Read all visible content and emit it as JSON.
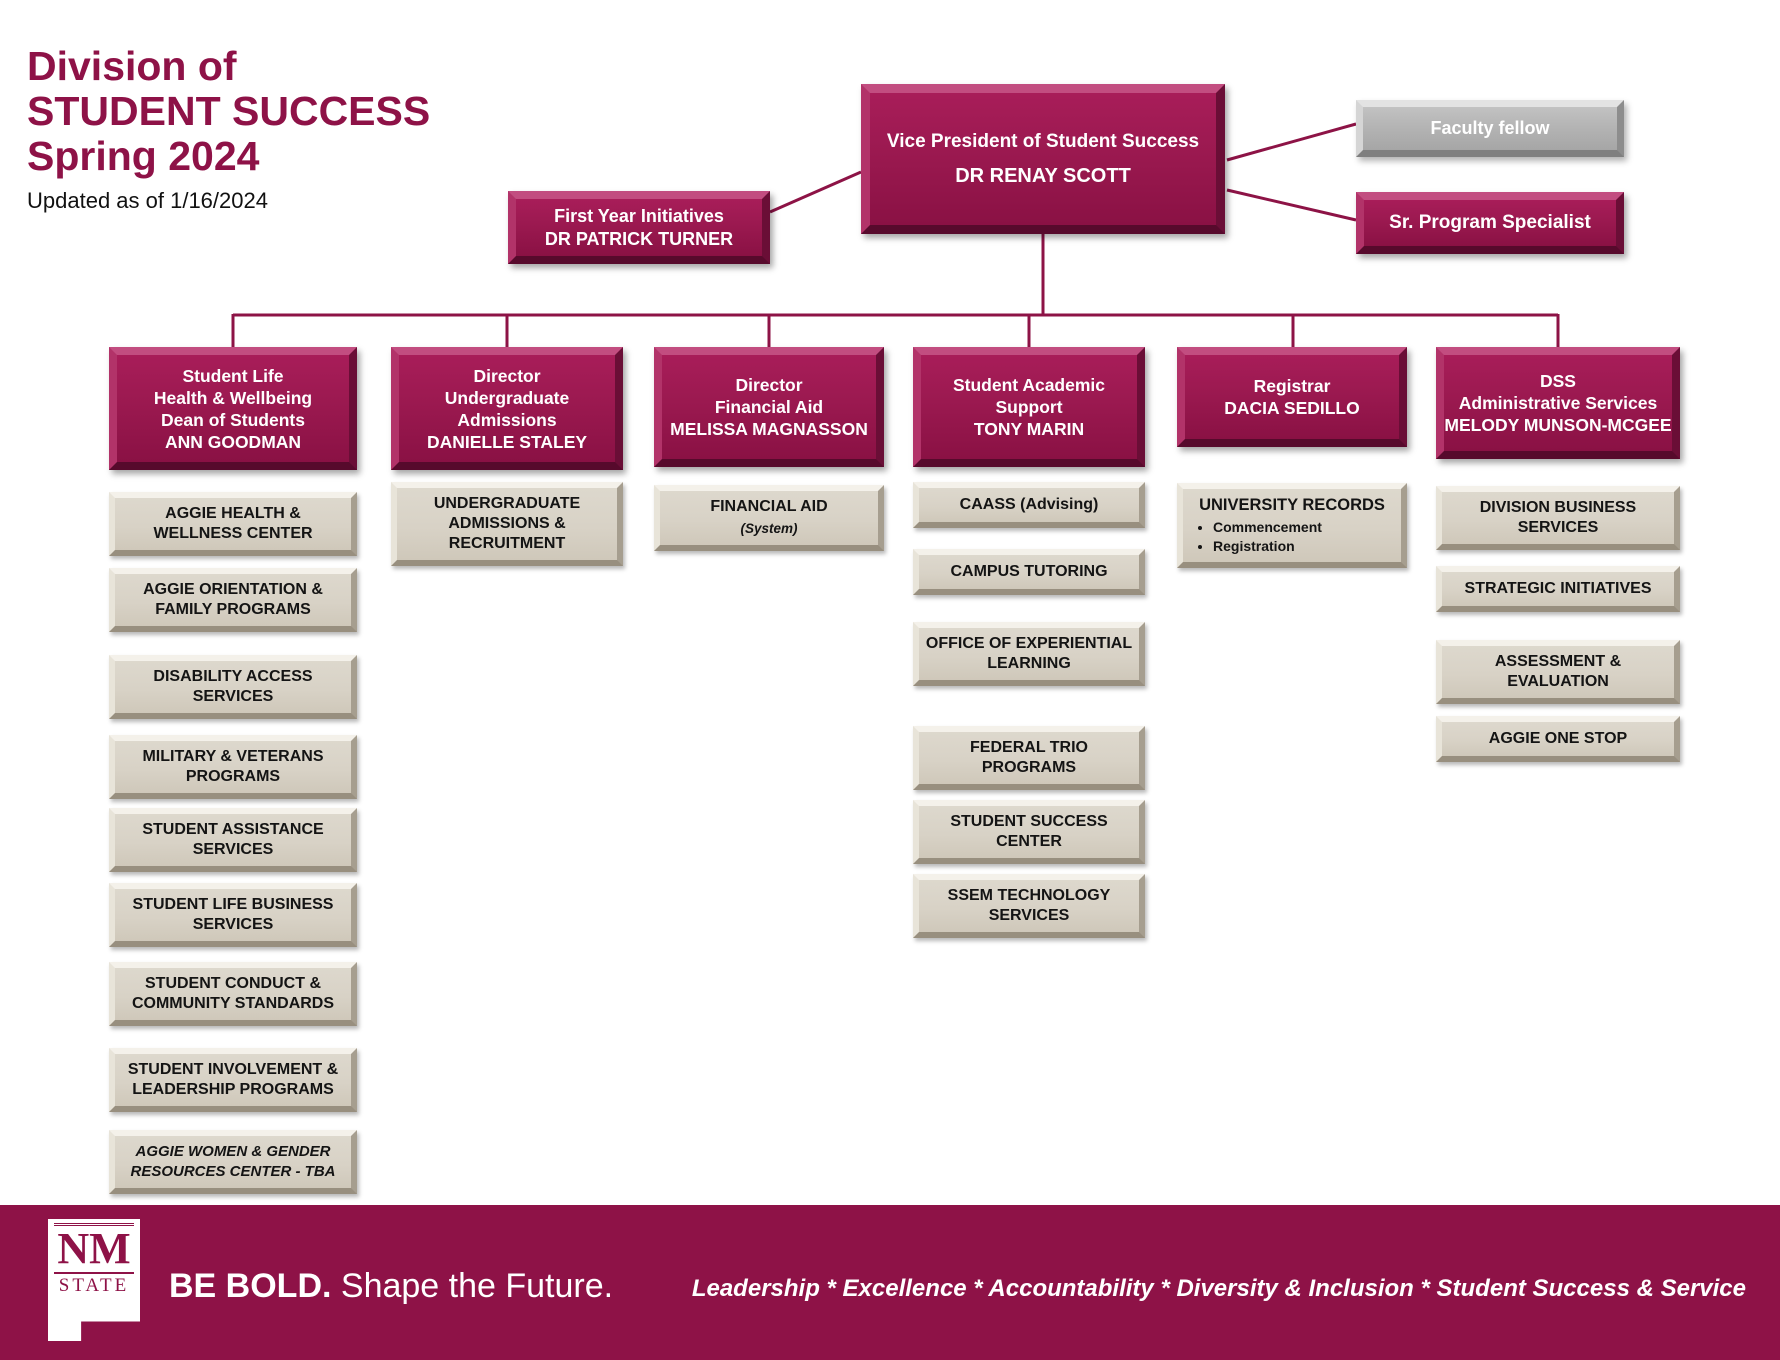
{
  "title": {
    "line1": "Division of",
    "line2": "STUDENT SUCCESS",
    "line3": "Spring 2024",
    "updated": "Updated as of 1/16/2024"
  },
  "top_boxes": {
    "vp": {
      "role": "Vice President of Student Success",
      "person": "DR RENAY SCOTT"
    },
    "first_year": {
      "role": "First Year Initiatives",
      "person": "DR PATRICK TURNER"
    },
    "faculty_fellow": {
      "label": "Faculty fellow"
    },
    "sr_program_specialist": {
      "label": "Sr. Program Specialist"
    }
  },
  "columns": [
    {
      "id": "student-life",
      "header": {
        "lines": [
          "Student Life",
          "Health & Wellbeing",
          "Dean of Students"
        ],
        "person": "ANN GOODMAN"
      },
      "items": [
        {
          "label": "AGGIE HEALTH & WELLNESS CENTER"
        },
        {
          "label": "AGGIE ORIENTATION & FAMILY PROGRAMS"
        },
        {
          "label": "DISABILITY ACCESS SERVICES"
        },
        {
          "label": "MILITARY & VETERANS PROGRAMS"
        },
        {
          "label": "STUDENT ASSISTANCE SERVICES"
        },
        {
          "label": "STUDENT LIFE BUSINESS SERVICES"
        },
        {
          "label": "STUDENT CONDUCT & COMMUNITY STANDARDS"
        },
        {
          "label": "STUDENT INVOLVEMENT & LEADERSHIP PROGRAMS"
        },
        {
          "label": "AGGIE WOMEN & GENDER RESOURCES CENTER - TBA",
          "italic": true
        }
      ]
    },
    {
      "id": "undergraduate-admissions",
      "header": {
        "lines": [
          "Director",
          "Undergraduate",
          "Admissions"
        ],
        "person": "DANIELLE STALEY"
      },
      "items": [
        {
          "label": "UNDERGRADUATE ADMISSIONS & RECRUITMENT"
        }
      ]
    },
    {
      "id": "financial-aid",
      "header": {
        "lines": [
          "Director",
          "Financial Aid"
        ],
        "person": "MELISSA MAGNASSON"
      },
      "items": [
        {
          "label": "FINANCIAL AID",
          "sub": "(System)"
        }
      ]
    },
    {
      "id": "student-academic-support",
      "header": {
        "lines": [
          "Student Academic",
          "Support"
        ],
        "person": "TONY MARIN"
      },
      "items": [
        {
          "label": "CAASS (Advising)"
        },
        {
          "label": "CAMPUS TUTORING"
        },
        {
          "label": "OFFICE OF EXPERIENTIAL LEARNING"
        },
        {
          "label": "FEDERAL TRIO PROGRAMS"
        },
        {
          "label": "STUDENT SUCCESS CENTER"
        },
        {
          "label": "SSEM TECHNOLOGY SERVICES"
        }
      ]
    },
    {
      "id": "registrar",
      "header": {
        "lines": [
          "Registrar"
        ],
        "person": "DACIA SEDILLO"
      },
      "items": [
        {
          "label": "UNIVERSITY RECORDS",
          "bullets": [
            "Commencement",
            "Registration"
          ]
        }
      ]
    },
    {
      "id": "dss-administrative-services",
      "header": {
        "lines": [
          "DSS",
          "Administrative Services"
        ],
        "person": "MELODY MUNSON-MCGEE"
      },
      "items": [
        {
          "label": "DIVISION BUSINESS SERVICES"
        },
        {
          "label": "STRATEGIC INITIATIVES"
        },
        {
          "label": "ASSESSMENT & EVALUATION"
        },
        {
          "label": "AGGIE ONE STOP"
        }
      ]
    }
  ],
  "footer": {
    "logo_top": "NM",
    "logo_bottom": "STATE",
    "tagline_bold": "BE BOLD.",
    "tagline_regular": "Shape the Future.",
    "values": "Leadership * Excellence * Accountability * Diversity & Inclusion * Student Success & Service"
  },
  "colors": {
    "maroon": "#8E1247",
    "beige": "#D8D2C6",
    "gray": "#B3B3B3"
  }
}
